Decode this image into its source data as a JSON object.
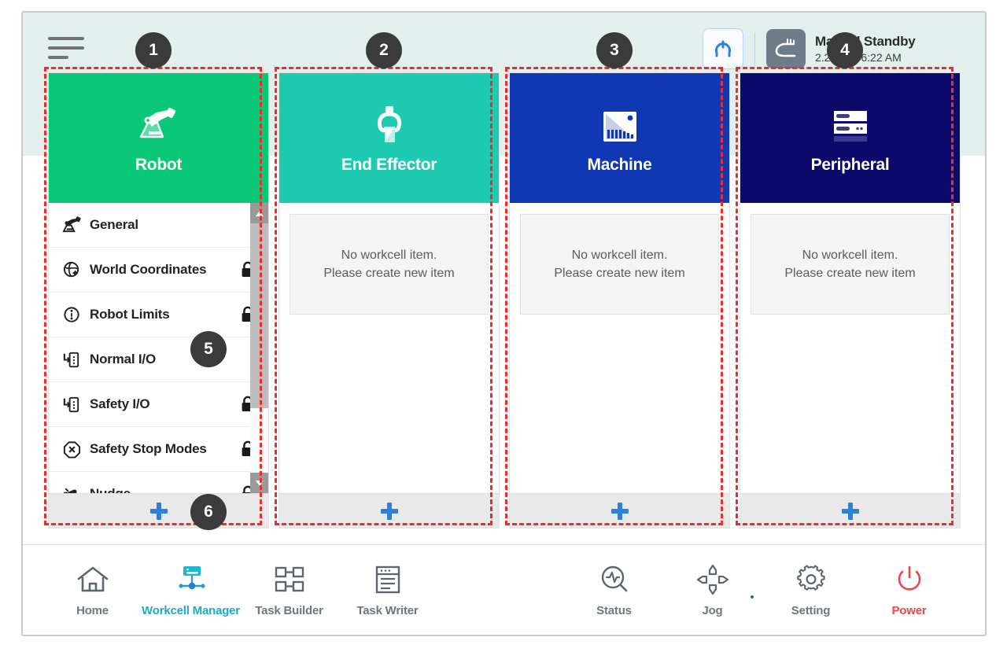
{
  "header": {
    "menu_icon": "hamburger-menu-icon",
    "reset_icon": "robot-home-pose-icon",
    "mode_icon": "manual-hand-icon",
    "status_title": "Manual Standby",
    "status_time": "2.22 10:36:22 AM"
  },
  "columns": [
    {
      "id": "robot",
      "title": "Robot",
      "icon": "robot-arm-icon",
      "color": "#09c878",
      "type": "list",
      "add_label": "+",
      "items": [
        {
          "label": "General",
          "icon": "robot-arm-icon",
          "locked": false
        },
        {
          "label": "World Coordinates",
          "icon": "world-coordinates-icon",
          "locked": true
        },
        {
          "label": "Robot Limits",
          "icon": "robot-limits-icon",
          "locked": true
        },
        {
          "label": "Normal I/O",
          "icon": "normal-io-icon",
          "locked": false
        },
        {
          "label": "Safety I/O",
          "icon": "safety-io-icon",
          "locked": true
        },
        {
          "label": "Safety Stop Modes",
          "icon": "safety-stop-icon",
          "locked": true
        },
        {
          "label": "Nudge",
          "icon": "nudge-hand-icon",
          "locked": true
        }
      ]
    },
    {
      "id": "end-effector",
      "title": "End Effector",
      "icon": "gripper-icon",
      "color": "#1ecbb0",
      "type": "empty",
      "add_label": "+",
      "empty_line1": "No workcell item.",
      "empty_line2": "Please create new item"
    },
    {
      "id": "machine",
      "title": "Machine",
      "icon": "machine-icon",
      "color": "#1037b4",
      "type": "empty",
      "add_label": "+",
      "empty_line1": "No workcell item.",
      "empty_line2": "Please create new item"
    },
    {
      "id": "peripheral",
      "title": "Peripheral",
      "icon": "peripheral-rack-icon",
      "color": "#0c0a6b",
      "type": "empty",
      "add_label": "+",
      "empty_line1": "No workcell item.",
      "empty_line2": "Please create new item"
    }
  ],
  "bottom_nav": {
    "left": [
      {
        "label": "Home",
        "icon": "home-icon",
        "active": false
      },
      {
        "label": "Workcell Manager",
        "icon": "workcell-manager-icon",
        "active": true
      },
      {
        "label": "Task Builder",
        "icon": "task-builder-icon",
        "active": false
      },
      {
        "label": "Task Writer",
        "icon": "task-writer-icon",
        "active": false
      }
    ],
    "right": [
      {
        "label": "Status",
        "icon": "status-icon",
        "active": false
      },
      {
        "label": "Jog",
        "icon": "jog-icon",
        "active": false
      },
      {
        "label": "Setting",
        "icon": "gear-icon",
        "active": false
      },
      {
        "label": "Power",
        "icon": "power-icon",
        "active": false
      }
    ]
  },
  "annotations": {
    "accent_color": "#ef2b2b",
    "badges": [
      {
        "number": "1",
        "target": "robot-column"
      },
      {
        "number": "2",
        "target": "end-effector-column"
      },
      {
        "number": "3",
        "target": "machine-column"
      },
      {
        "number": "4",
        "target": "status-indicator"
      },
      {
        "number": "5",
        "target": "robot-settings-list"
      },
      {
        "number": "6",
        "target": "add-item-button"
      }
    ]
  }
}
